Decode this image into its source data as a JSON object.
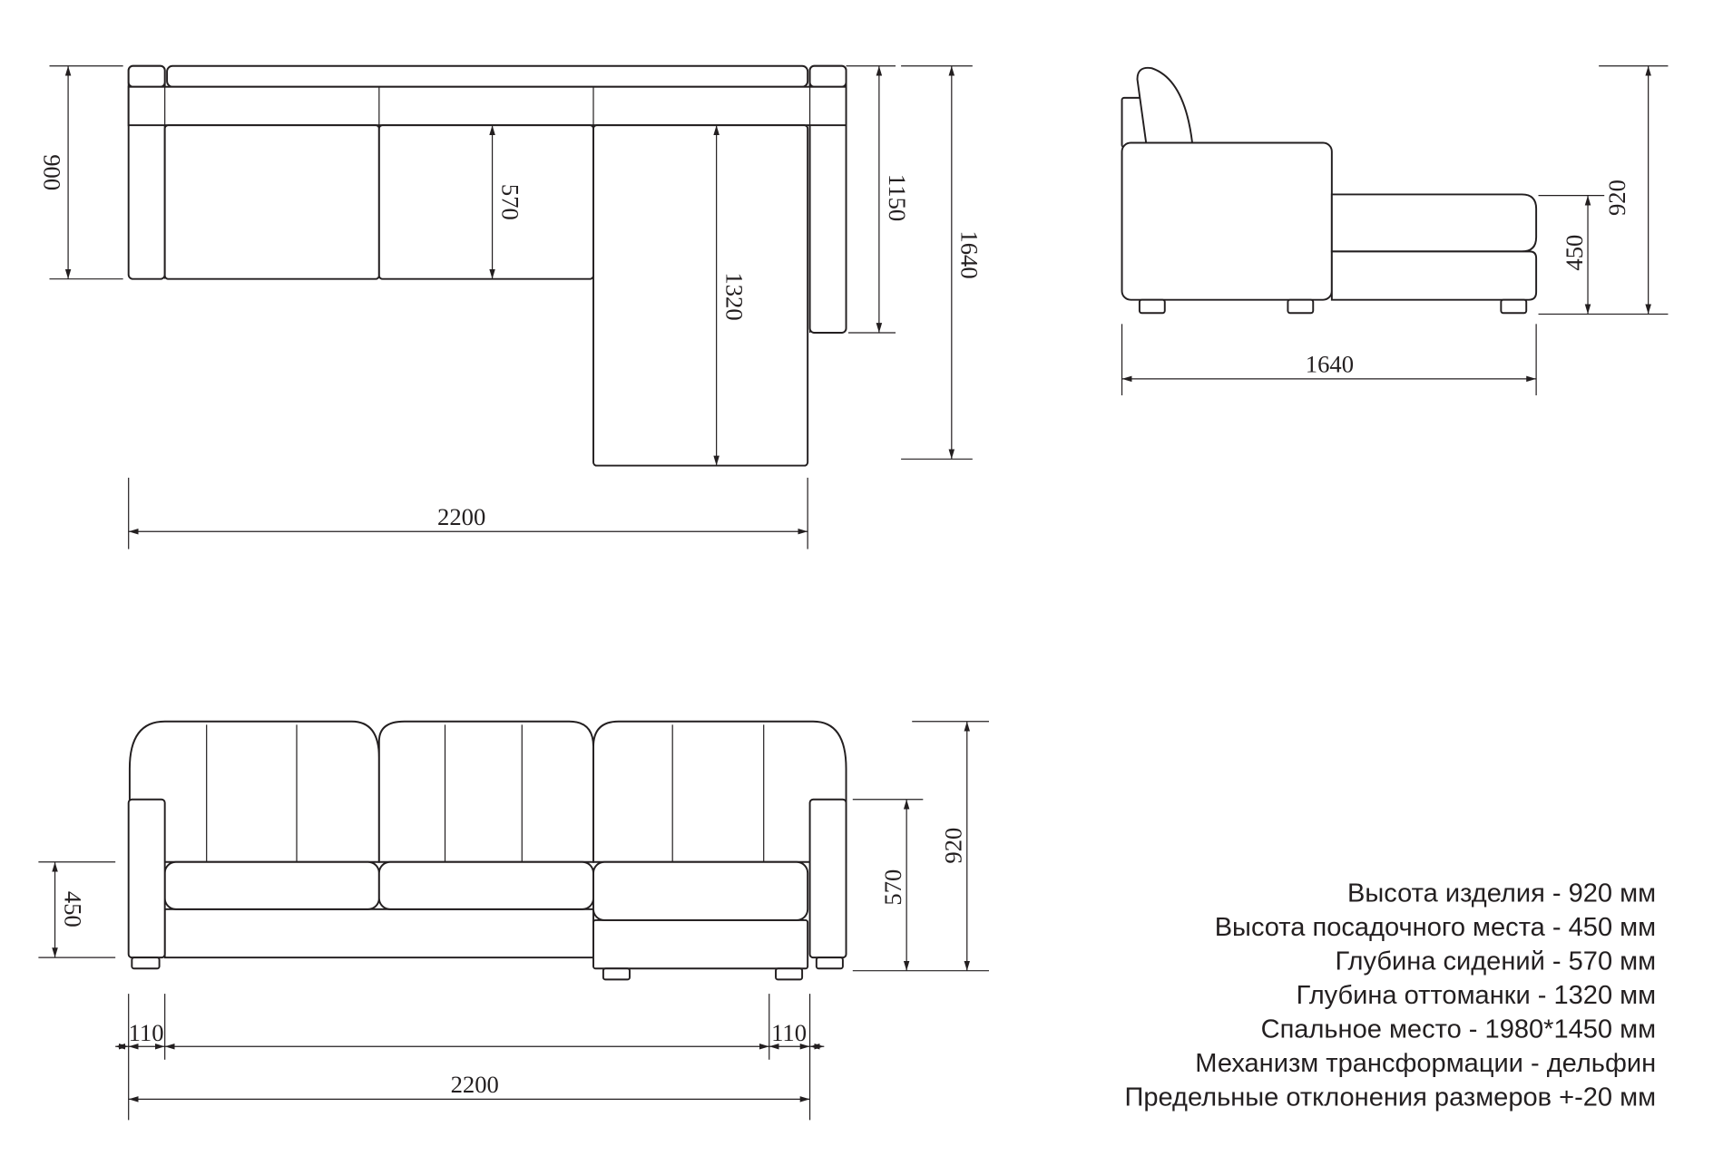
{
  "dimensions": {
    "top_view": {
      "depth": "900",
      "seat_depth": "570",
      "ottoman_depth": "1320",
      "arm_depth": "1150",
      "total_depth": "1640",
      "width": "2200"
    },
    "side_view": {
      "height": "920",
      "seat_height": "450",
      "length": "1640"
    },
    "front_view": {
      "seat_height": "450",
      "arm_height": "570",
      "height": "920",
      "arm_left": "110",
      "arm_right": "110",
      "width": "2200"
    }
  },
  "specs": [
    "Высота изделия - 920 мм",
    "Высота посадочного места - 450 мм",
    "Глубина сидений - 570 мм",
    "Глубина оттоманки - 1320 мм",
    "Спальное место - 1980*1450 мм",
    "Механизм трансформации - дельфин",
    "Предельные отклонения размеров +-20 мм"
  ]
}
